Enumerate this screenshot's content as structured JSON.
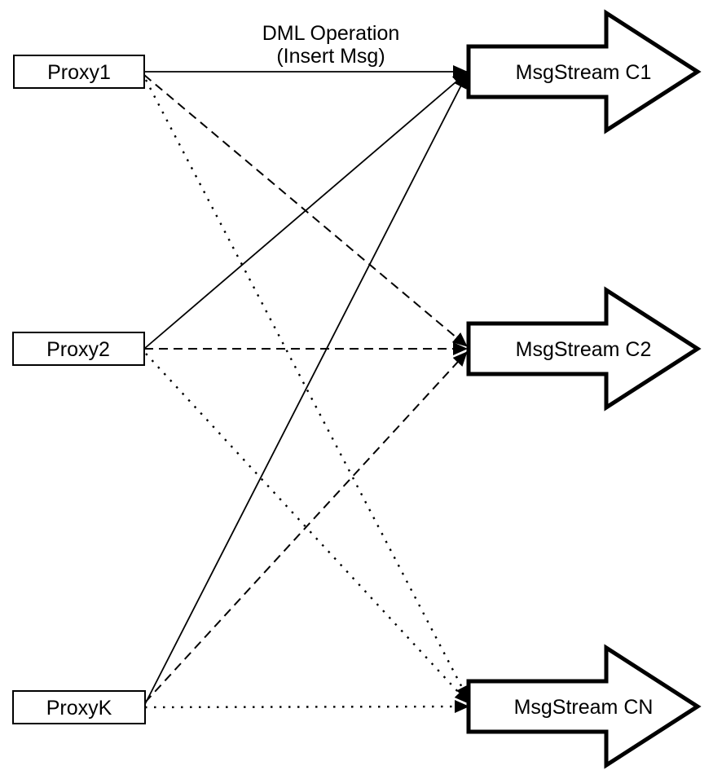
{
  "diagram": {
    "annotation": {
      "line1": "DML Operation",
      "line2": "(Insert Msg)"
    },
    "colors": {
      "stroke": "#000000",
      "node_fill": "#ffffff",
      "background": "#ffffff"
    },
    "proxies": [
      {
        "id": "proxy1",
        "label": "Proxy1"
      },
      {
        "id": "proxy2",
        "label": "Proxy2"
      },
      {
        "id": "proxyk",
        "label": "ProxyK"
      }
    ],
    "streams": [
      {
        "id": "c1",
        "label": "MsgStream C1"
      },
      {
        "id": "c2",
        "label": "MsgStream C2"
      },
      {
        "id": "cn",
        "label": "MsgStream CN"
      }
    ],
    "edges": [
      {
        "from": "Proxy1",
        "to": "MsgStream C1",
        "line_style": "solid"
      },
      {
        "from": "Proxy2",
        "to": "MsgStream C1",
        "line_style": "solid"
      },
      {
        "from": "ProxyK",
        "to": "MsgStream C1",
        "line_style": "solid"
      },
      {
        "from": "Proxy1",
        "to": "MsgStream C2",
        "line_style": "dashed"
      },
      {
        "from": "Proxy2",
        "to": "MsgStream C2",
        "line_style": "dashed"
      },
      {
        "from": "ProxyK",
        "to": "MsgStream C2",
        "line_style": "dashed"
      },
      {
        "from": "Proxy1",
        "to": "MsgStream CN",
        "line_style": "dotted"
      },
      {
        "from": "Proxy2",
        "to": "MsgStream CN",
        "line_style": "dotted"
      },
      {
        "from": "ProxyK",
        "to": "MsgStream CN",
        "line_style": "dotted"
      }
    ]
  }
}
